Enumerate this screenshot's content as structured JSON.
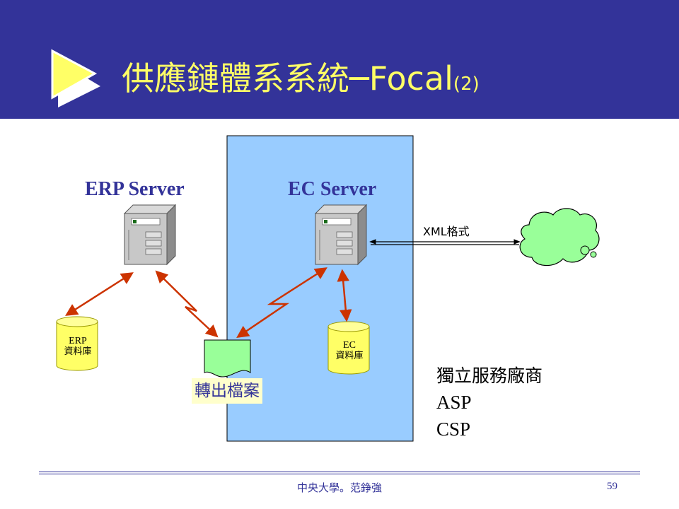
{
  "slide": {
    "title": "供應鏈體系系統─Focal",
    "title_suffix": "(2)",
    "colors": {
      "header_bg": "#333399",
      "title_text": "#ffff66",
      "ec_zone": "#99ccff",
      "link_arrow": "#cc3300",
      "database": "#ffff66",
      "file_doc": "#99ff99",
      "cloud": "#99ff99"
    }
  },
  "diagram": {
    "erp_server_label": "ERP Server",
    "ec_server_label": "EC Server",
    "xml_label": "XML格式",
    "erp_db_line1": "ERP",
    "erp_db_line2": "資料庫",
    "ec_db_line1": "EC",
    "ec_db_line2": "資料庫",
    "export_file_label": "轉出檔案",
    "vendor_title": "獨立服務廠商",
    "vendor_asp": "ASP",
    "vendor_csp": "CSP"
  },
  "footer": {
    "org": "中央大學。范錚強",
    "page_number": "59"
  }
}
